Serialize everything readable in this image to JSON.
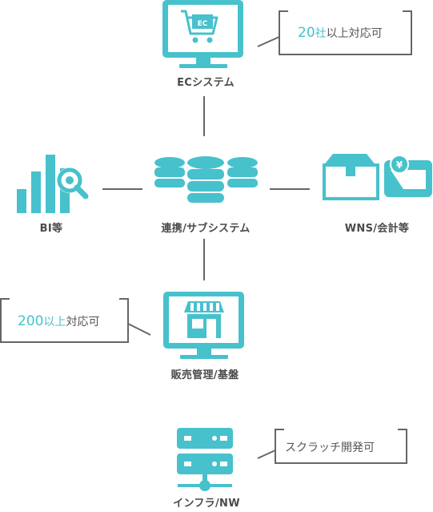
{
  "colors": {
    "accent": "#47c1cc",
    "line": "#666666",
    "label": "#4a4a4a"
  },
  "nodes": {
    "ec": {
      "label": "ECシステム",
      "icon": "monitor-cart-icon",
      "screen_text": "EC"
    },
    "bi": {
      "label": "BI等",
      "icon": "bar-chart-magnifier-icon"
    },
    "hub": {
      "label": "連携/サブシステム",
      "icon": "database-stack-icon"
    },
    "wns": {
      "label": "WNS/会計等",
      "icon": "box-and-wallet-icon",
      "currency_symbol": "¥"
    },
    "pos": {
      "label": "販売管理/基盤",
      "icon": "monitor-store-icon"
    },
    "infra": {
      "label": "インフラ/NW",
      "icon": "server-network-icon"
    }
  },
  "callouts": {
    "ec": {
      "num": "20",
      "unit": "社",
      "rest": "以上対応可"
    },
    "pos": {
      "num": "200",
      "unit": "以上",
      "rest": "対応可"
    },
    "infra": {
      "text": "スクラッチ開発可"
    }
  }
}
